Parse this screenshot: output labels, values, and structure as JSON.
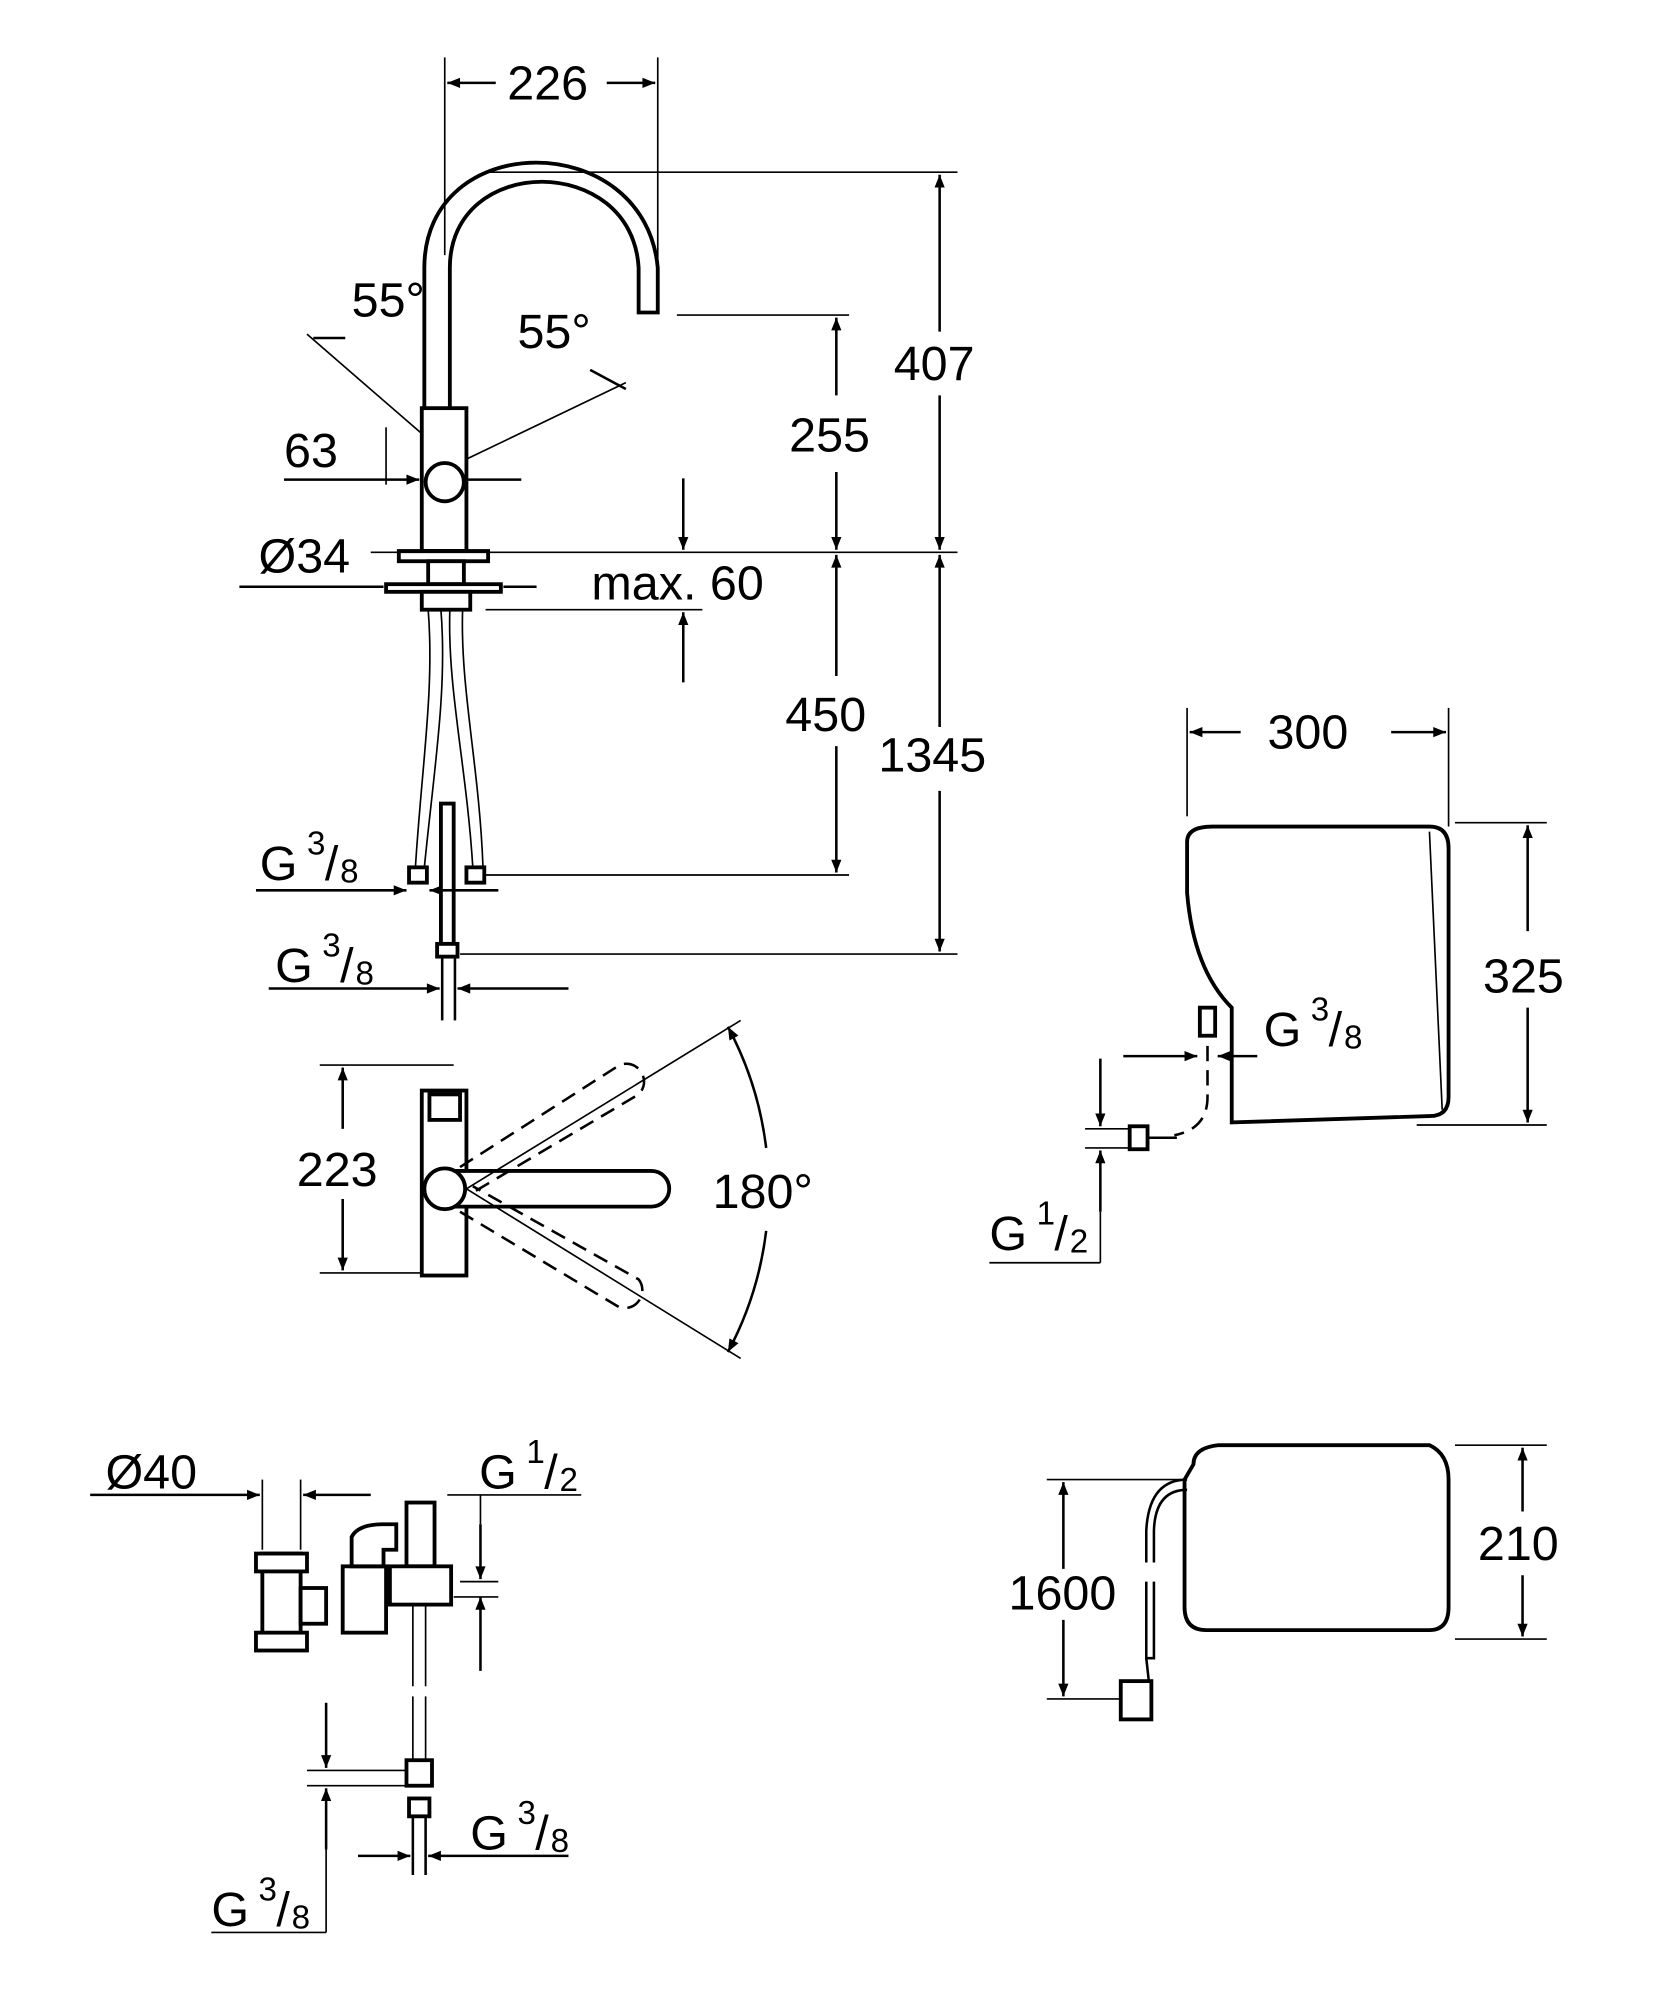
{
  "dimensions": {
    "spout_reach": "226",
    "total_height_above_deck": "407",
    "swivel_angle_left": "55°",
    "swivel_angle_right": "55°",
    "spout_height": "255",
    "lever_offset": "63",
    "deck_hole_diameter": "Ø34",
    "max_deck_thickness": "max. 60",
    "hose_length": "450",
    "total_length": "1345",
    "lever_height": "223",
    "lever_rotation": "180°",
    "boiler_width": "300",
    "boiler_height": "325",
    "boiler_depth": "210",
    "cable_length": "1600",
    "drain_diameter": "Ø40"
  },
  "threads": {
    "g38": {
      "prefix": "G",
      "num": "3",
      "den": "8"
    },
    "g12": {
      "prefix": "G",
      "num": "1",
      "den": "2"
    }
  }
}
